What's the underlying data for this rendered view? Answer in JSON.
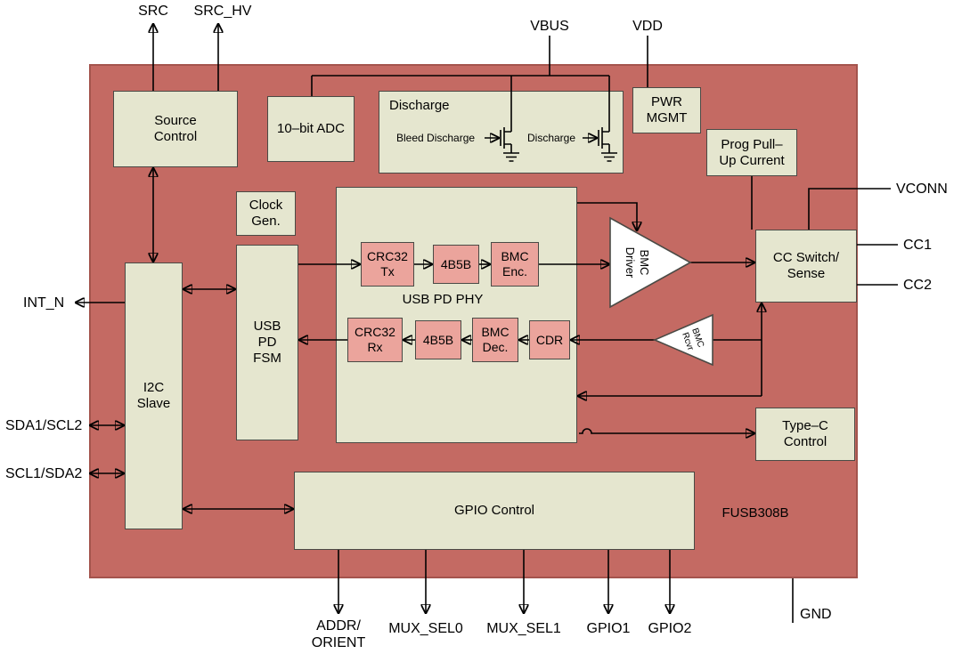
{
  "colors": {
    "chip-fill": "#C46A63",
    "chip-border": "#A4544D",
    "block-fill": "#E5E6CF",
    "block-border": "#4A4A45",
    "sub-fill": "#EBA49C",
    "line": "#000000",
    "text": "#000000"
  },
  "chip": {
    "part_number": "FUSB308B"
  },
  "blocks": {
    "source_control": {
      "label": "Source\nControl"
    },
    "adc": {
      "label": "10–bit ADC"
    },
    "discharge": {
      "title": "Discharge",
      "fet1_label": "Bleed Discharge",
      "fet2_label": "Discharge"
    },
    "pwr_mgmt": {
      "label": "PWR\nMGMT"
    },
    "prog_pullup": {
      "label": "Prog Pull–\nUp Current"
    },
    "clock_gen": {
      "label": "Clock\nGen."
    },
    "usb_pd_fsm": {
      "label": "USB\nPD\nFSM"
    },
    "i2c_slave": {
      "label": "I2C\nSlave"
    },
    "usb_pd_phy": {
      "label": "USB PD PHY",
      "crc32_tx": "CRC32\nTx",
      "b4b5_tx": "4B5B",
      "bmc_enc": "BMC\nEnc.",
      "crc32_rx": "CRC32\nRx",
      "b4b5_rx": "4B5B",
      "bmc_dec": "BMC\nDec.",
      "cdr": "CDR"
    },
    "bmc_driver": {
      "label": "BMC\nDriver"
    },
    "bmc_rcvr": {
      "label": "BMC\nRcvr"
    },
    "cc_switch": {
      "label": "CC Switch/\nSense"
    },
    "type_c_control": {
      "label": "Type–C\nControl"
    },
    "gpio_control": {
      "label": "GPIO Control"
    }
  },
  "pins": {
    "src": "SRC",
    "src_hv": "SRC_HV",
    "vbus": "VBUS",
    "vdd": "VDD",
    "vconn": "VCONN",
    "cc1": "CC1",
    "cc2": "CC2",
    "int_n": "INT_N",
    "sda1_scl2": "SDA1/SCL2",
    "scl1_sda2": "SCL1/SDA2",
    "gnd": "GND",
    "addr_orient": "ADDR/\nORIENT",
    "mux_sel0": "MUX_SEL0",
    "mux_sel1": "MUX_SEL1",
    "gpio1": "GPIO1",
    "gpio2": "GPIO2"
  }
}
